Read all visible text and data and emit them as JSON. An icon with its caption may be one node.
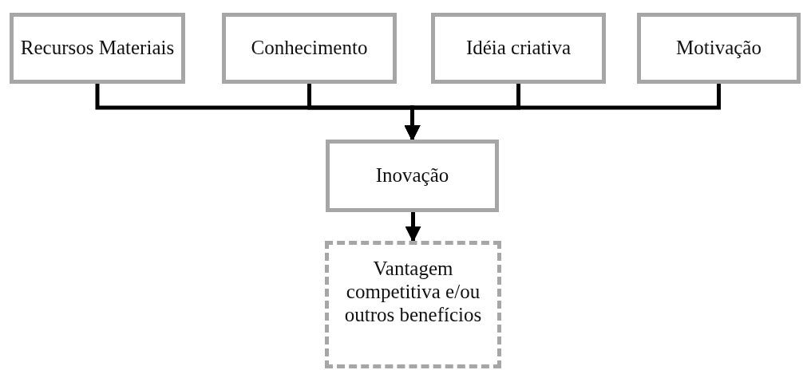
{
  "diagram": {
    "nodes": [
      {
        "text": [
          "Recursos Materiais"
        ]
      },
      {
        "text": [
          "Conhecimento"
        ]
      },
      {
        "text": [
          "Idéia criativa"
        ]
      },
      {
        "text": [
          "Motivação"
        ]
      },
      {
        "text": [
          "Inovação"
        ]
      },
      {
        "text": [
          "Vantagem competitiva e/ou outros benefícios"
        ]
      }
    ],
    "edges": [
      {
        "from": 0,
        "to": 4,
        "arrow": "to"
      },
      {
        "from": 1,
        "to": 4,
        "arrow": "to"
      },
      {
        "from": 2,
        "to": 4,
        "arrow": "to"
      },
      {
        "from": 3,
        "to": 4,
        "arrow": "to"
      },
      {
        "from": 4,
        "to": 5,
        "arrow": "to"
      }
    ]
  }
}
